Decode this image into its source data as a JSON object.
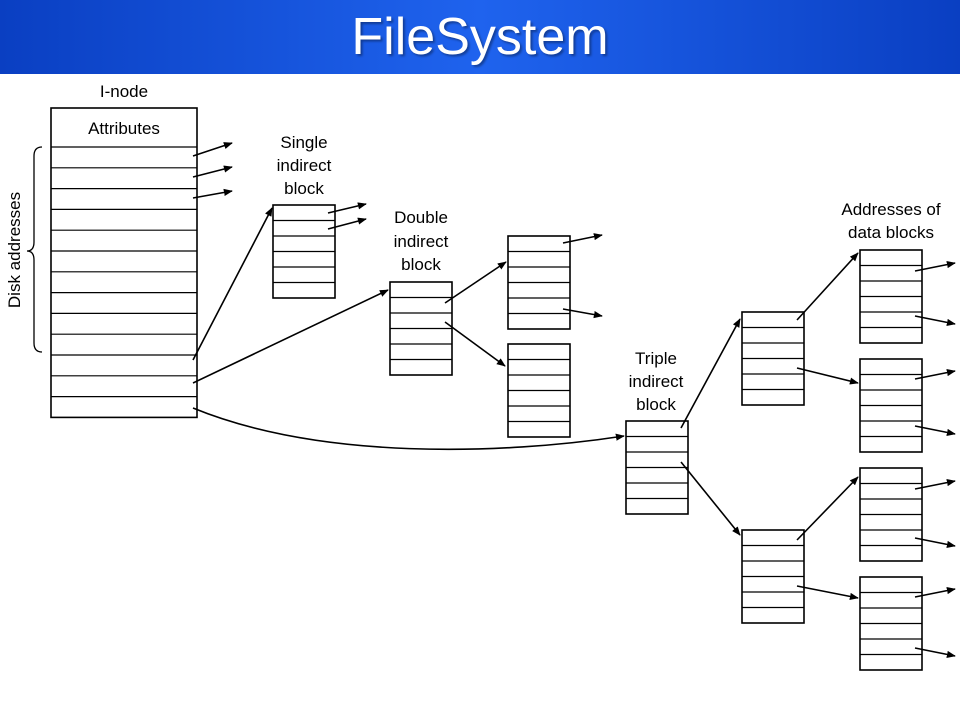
{
  "slide": {
    "title": "FileSystem",
    "colors": {
      "title_bar": "#1f5fe8",
      "title_text": "#ffffff"
    }
  },
  "diagram": {
    "inode_label": "I-node",
    "attributes_label": "Attributes",
    "disk_addresses_label": "Disk addresses",
    "single_indirect": [
      "Single",
      "indirect",
      "block"
    ],
    "double_indirect": [
      "Double",
      "indirect",
      "block"
    ],
    "triple_indirect": [
      "Triple",
      "indirect",
      "block"
    ],
    "data_blocks_label": [
      "Addresses of",
      "data blocks"
    ]
  }
}
